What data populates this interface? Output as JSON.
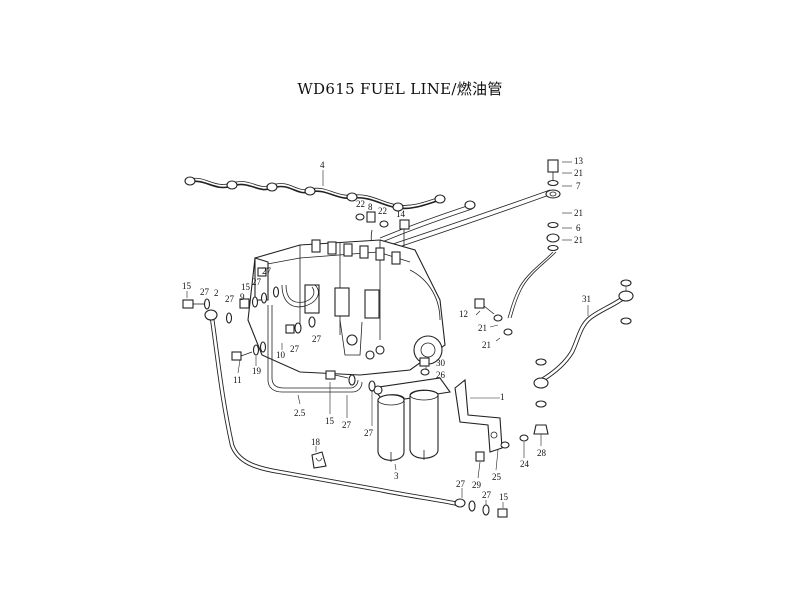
{
  "title": "WD615 FUEL LINE/燃油管",
  "callouts": [
    {
      "id": "c-4",
      "text": "4"
    },
    {
      "id": "c-13",
      "text": "13"
    },
    {
      "id": "c-21a",
      "text": "21"
    },
    {
      "id": "c-7",
      "text": "7"
    },
    {
      "id": "c-22a",
      "text": "22"
    },
    {
      "id": "c-8",
      "text": "8"
    },
    {
      "id": "c-22b",
      "text": "22"
    },
    {
      "id": "c-14",
      "text": "14"
    },
    {
      "id": "c-21b",
      "text": "21"
    },
    {
      "id": "c-6",
      "text": "6"
    },
    {
      "id": "c-21c",
      "text": "21"
    },
    {
      "id": "c-15a",
      "text": "15"
    },
    {
      "id": "c-27a",
      "text": "27"
    },
    {
      "id": "c-2",
      "text": "2"
    },
    {
      "id": "c-27b",
      "text": "27"
    },
    {
      "id": "c-9",
      "text": "9"
    },
    {
      "id": "c-15b",
      "text": "15"
    },
    {
      "id": "c-27c",
      "text": "27"
    },
    {
      "id": "c-27d",
      "text": "27"
    },
    {
      "id": "c-12",
      "text": "12"
    },
    {
      "id": "c-21d",
      "text": "21"
    },
    {
      "id": "c-31",
      "text": "31"
    },
    {
      "id": "c-21e",
      "text": "21"
    },
    {
      "id": "c-27e",
      "text": "27"
    },
    {
      "id": "c-10",
      "text": "10"
    },
    {
      "id": "c-27f",
      "text": "27"
    },
    {
      "id": "c-11",
      "text": "11"
    },
    {
      "id": "c-19",
      "text": "19"
    },
    {
      "id": "c-30",
      "text": "30"
    },
    {
      "id": "c-26",
      "text": "26"
    },
    {
      "id": "c-1",
      "text": "1"
    },
    {
      "id": "c-2-5",
      "text": "2.5"
    },
    {
      "id": "c-15c",
      "text": "15"
    },
    {
      "id": "c-27g",
      "text": "27"
    },
    {
      "id": "c-27h",
      "text": "27"
    },
    {
      "id": "c-3",
      "text": "3"
    },
    {
      "id": "c-28",
      "text": "28"
    },
    {
      "id": "c-24",
      "text": "24"
    },
    {
      "id": "c-18",
      "text": "18"
    },
    {
      "id": "c-25",
      "text": "25"
    },
    {
      "id": "c-29",
      "text": "29"
    },
    {
      "id": "c-27i",
      "text": "27"
    },
    {
      "id": "c-27j",
      "text": "27"
    },
    {
      "id": "c-15d",
      "text": "15"
    }
  ]
}
